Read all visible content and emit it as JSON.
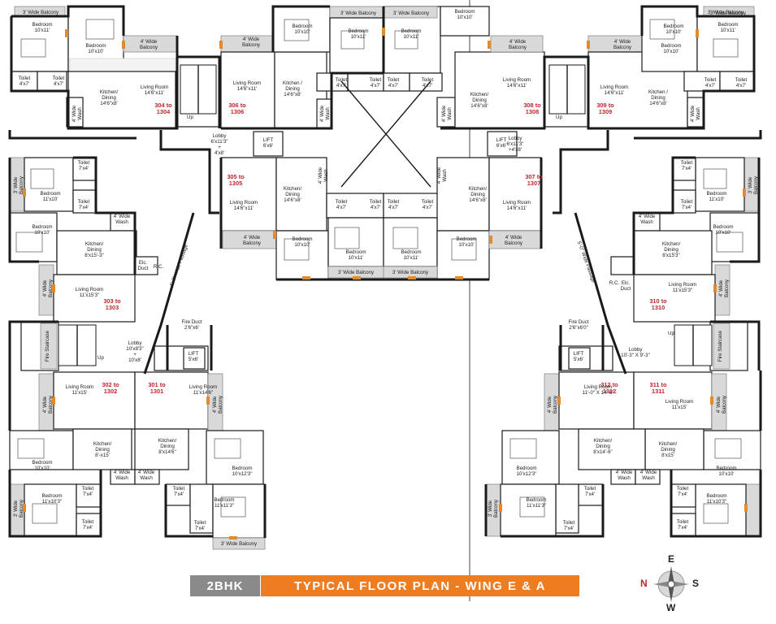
{
  "plan": {
    "banner_left": "2BHK",
    "banner_right": "TYPICAL FLOOR PLAN - WING E & A",
    "compass": {
      "n": "N",
      "e": "E",
      "s": "S",
      "w": "W"
    },
    "units": {
      "u304": "304 to\n1304",
      "u306": "306 to\n1306",
      "u305": "305 to\n1305",
      "u303": "303 to\n1303",
      "u302": "302 to\n1302",
      "u301": "301 to\n1301",
      "u308": "308 to\n1308",
      "u309": "309 to\n1309",
      "u307": "307 to\n1307",
      "u310": "310 to\n1310",
      "u312": "312 to\n1312",
      "u311": "311 to\n1311"
    },
    "labels": [
      {
        "id": "b1",
        "text": "3' Wide Balcony"
      },
      {
        "id": "b2",
        "text": "Bedroom\n10'x11'"
      },
      {
        "id": "b3",
        "text": "Bedroom\n10'x10'"
      },
      {
        "id": "b4",
        "text": "4' Wide\nBalcony"
      },
      {
        "id": "b5",
        "text": "Toilet\n4'x7'"
      },
      {
        "id": "b6",
        "text": "Toilet\n4'x7'"
      },
      {
        "id": "b7",
        "text": "Kitchen/\nDining\n14'6\"x8'"
      },
      {
        "id": "b8",
        "text": "Living Room\n14'6\"x11'"
      },
      {
        "id": "b9",
        "text": "4' Wide\nWash"
      },
      {
        "id": "b10",
        "text": "Up"
      },
      {
        "id": "b11",
        "text": "4' Wide\nBalcony"
      },
      {
        "id": "b12",
        "text": "Bedroom\n10'x10'"
      },
      {
        "id": "b13",
        "text": "Living Room\n14'6\"x11'"
      },
      {
        "id": "b14",
        "text": "Kitchen /\nDining\n14'6\"x8'"
      },
      {
        "id": "b15",
        "text": "4' Wide\nWash"
      },
      {
        "id": "b16",
        "text": "3' Wide Balcony"
      },
      {
        "id": "b17",
        "text": "Bedroom\n10'x11'"
      },
      {
        "id": "b18",
        "text": "Toilet\n4'x7'"
      },
      {
        "id": "b19",
        "text": "Toilet\n4'x7'"
      },
      {
        "id": "b20",
        "text": "3' Wide Balcony"
      },
      {
        "id": "b21",
        "text": "Bedroom\n10'x11'"
      },
      {
        "id": "b22",
        "text": "Bedroom\n10'x10'"
      },
      {
        "id": "b23",
        "text": "Toilet\n4'x7'"
      },
      {
        "id": "b24",
        "text": "Toilet\n4'x7'"
      },
      {
        "id": "b25",
        "text": "Lobby\n6'x11'3\"\n+\n4'x8'"
      },
      {
        "id": "b26",
        "text": "LIFT\n6'x6'"
      },
      {
        "id": "b27",
        "text": "Living Room\n14'6\"x11'"
      },
      {
        "id": "b28",
        "text": "Kitchen/\nDining\n14'6\"x8'"
      },
      {
        "id": "b29",
        "text": "4' Wide\nWash"
      },
      {
        "id": "b30",
        "text": "Toilet\n4'x7'"
      },
      {
        "id": "b31",
        "text": "Toilet\n4'x7'"
      },
      {
        "id": "b32",
        "text": "Toilet\n4'x7'"
      },
      {
        "id": "b33",
        "text": "Toilet\n4'x7'"
      },
      {
        "id": "b34",
        "text": "4' Wide\nBalcony"
      },
      {
        "id": "b35",
        "text": "Bedroom\n10'x10'"
      },
      {
        "id": "b36",
        "text": "Bedroom\n10'x11'"
      },
      {
        "id": "b37",
        "text": "Bedroom\n10'x11'"
      },
      {
        "id": "b38",
        "text": "3' Wide Balcony"
      },
      {
        "id": "b39",
        "text": "3' Wide Balcony"
      },
      {
        "id": "b40",
        "text": "Toilet\n7'x4'"
      },
      {
        "id": "b41",
        "text": "3' Wide\nBalcony"
      },
      {
        "id": "b42",
        "text": "Bedroom\n11'x10'"
      },
      {
        "id": "b43",
        "text": "Toilet\n7'x4'"
      },
      {
        "id": "b44",
        "text": "4' Wide\nWash"
      },
      {
        "id": "b45",
        "text": "Bedroom\n10'x10'"
      },
      {
        "id": "b46",
        "text": "Kitchen/\nDining\n8'x15'-3\""
      },
      {
        "id": "b47",
        "text": "Elc.\nDuct"
      },
      {
        "id": "b48",
        "text": "R.C."
      },
      {
        "id": "b49",
        "text": "4' Wide\nBalcony"
      },
      {
        "id": "b50",
        "text": "Living Room\n11'x15'3\""
      },
      {
        "id": "b51",
        "text": "5'-0\" Wide Passage"
      },
      {
        "id": "b52",
        "text": "Fire Duct\n2'6\"x6'"
      },
      {
        "id": "b53",
        "text": "Fire Staircase"
      },
      {
        "id": "b54",
        "text": "Lobby\n10'x8'3\"\n+\n10'x8'"
      },
      {
        "id": "b55",
        "text": "Up"
      },
      {
        "id": "b56",
        "text": "LIFT\n5'x6'"
      },
      {
        "id": "b57",
        "text": "Living Room\n11'x15'"
      },
      {
        "id": "b58",
        "text": "Living Room\n11'x14'6\""
      },
      {
        "id": "b59",
        "text": "4' Wide\nBalcony"
      },
      {
        "id": "b60",
        "text": "4' Wide\nBalcony"
      },
      {
        "id": "b61",
        "text": "Kitchen/\nDining\n8'-x15'"
      },
      {
        "id": "b62",
        "text": "Kitchen/\nDining\n8'x14'6\""
      },
      {
        "id": "b63",
        "text": "Bedroom\n10'x10'"
      },
      {
        "id": "b64",
        "text": "4' Wide\nWash"
      },
      {
        "id": "b65",
        "text": "4' Wide\nWash"
      },
      {
        "id": "b66",
        "text": "Bedroom\n10'x12'3\""
      },
      {
        "id": "b67",
        "text": "Bedroom\n11'x10'3\""
      },
      {
        "id": "b68",
        "text": "Toilet\n7'x4'"
      },
      {
        "id": "b69",
        "text": "Toilet\n7'x4'"
      },
      {
        "id": "b70",
        "text": "Bedroom\n11'x11'3\""
      },
      {
        "id": "b71",
        "text": "Toilet\n7'x4'"
      },
      {
        "id": "b72",
        "text": "Toilet\n7'x4'"
      },
      {
        "id": "b73",
        "text": "3' Wide\nBalcony"
      },
      {
        "id": "b74",
        "text": "3' Wide Balcony"
      },
      {
        "id": "c1",
        "text": "3' Wide Balcony"
      },
      {
        "id": "c2",
        "text": "Bedroom\n10'x10'"
      },
      {
        "id": "c3",
        "text": "4' Wide\nBalcony"
      },
      {
        "id": "c4",
        "text": "Living Room\n14'6\"x11'"
      },
      {
        "id": "c5",
        "text": "Kitchen/\nDining\n14'6\"x8'"
      },
      {
        "id": "c6",
        "text": "4' Wide\nWash"
      },
      {
        "id": "c7",
        "text": "Up"
      },
      {
        "id": "c8",
        "text": "4' Wide\nBalcony"
      },
      {
        "id": "c9",
        "text": "Bedroom\n10'x10'"
      },
      {
        "id": "c10",
        "text": "Living Room\n14'6\"x11'"
      },
      {
        "id": "c11",
        "text": "Kitchen /\nDining\n14'6\"x8'"
      },
      {
        "id": "c12",
        "text": "4' Wide\nWash"
      },
      {
        "id": "c13",
        "text": "3' Wide Balcony"
      },
      {
        "id": "c14",
        "text": "Bedroom\n10'x11'"
      },
      {
        "id": "c15",
        "text": "Toilet\n4'x7'"
      },
      {
        "id": "c16",
        "text": "Toilet\n4'x7'"
      },
      {
        "id": "c17",
        "text": "3' Wide Balcony"
      },
      {
        "id": "c18",
        "text": "Bedroom\n10'x11'"
      },
      {
        "id": "c19",
        "text": "Toilet\n4'x7'"
      },
      {
        "id": "c20",
        "text": "Toilet\n4'x7'"
      },
      {
        "id": "c21",
        "text": "LIFT\n6'x6'"
      },
      {
        "id": "c22",
        "text": "Lobby\n6'x11'3\"\n+4'x8'"
      },
      {
        "id": "c23",
        "text": "Kitchen/\nDining\n14'6\"x8'"
      },
      {
        "id": "c24",
        "text": "Living Room\n14'6\"x11'"
      },
      {
        "id": "c25",
        "text": "4' Wide\nWash"
      },
      {
        "id": "c26",
        "text": "4' Wide\nBalcony"
      },
      {
        "id": "c27",
        "text": "Bedroom\n10'x10'"
      },
      {
        "id": "c28",
        "text": "Toilet\n7'x4'"
      },
      {
        "id": "c29",
        "text": "3' Wide\nBalcony"
      },
      {
        "id": "c30",
        "text": "Bedroom\n11'x10'"
      },
      {
        "id": "c31",
        "text": "Toilet\n7'x4'"
      },
      {
        "id": "c32",
        "text": "4' Wide\nWash"
      },
      {
        "id": "c33",
        "text": "Bedroom\n10'x10'"
      },
      {
        "id": "c34",
        "text": "Kitchen/\nDining\n8'x15'3\""
      },
      {
        "id": "c35",
        "text": "Elc.\nDuct"
      },
      {
        "id": "c36",
        "text": "R.C."
      },
      {
        "id": "c37",
        "text": "5'-0\" Wide Passage"
      },
      {
        "id": "c38",
        "text": "Living Room\n11'x15'3\""
      },
      {
        "id": "c39",
        "text": "4' Wide\nBalcony"
      },
      {
        "id": "c40",
        "text": "Fire Duct\n2'6\"x6'0\""
      },
      {
        "id": "c41",
        "text": "Up"
      },
      {
        "id": "c42",
        "text": "Fire Staircase"
      },
      {
        "id": "c43",
        "text": "Lobby\n10'-3\" X 9'-3\""
      },
      {
        "id": "c44",
        "text": "LIFT\n5'x6'"
      },
      {
        "id": "c45",
        "text": "Living Room\n11'-0\" X 14'-6\""
      },
      {
        "id": "c46",
        "text": "Living Room\n11'x15'"
      },
      {
        "id": "c47",
        "text": "4' Wide\nBalcony"
      },
      {
        "id": "c48",
        "text": "4' Wide\nBalcony"
      },
      {
        "id": "c49",
        "text": "Kitchen/\nDining\n8'x14'-6\""
      },
      {
        "id": "c50",
        "text": "Kitchen/\nDining\n8'x15'"
      },
      {
        "id": "c51",
        "text": "Bedroom\n10'x12'3\""
      },
      {
        "id": "c52",
        "text": "4' Wide\nWash"
      },
      {
        "id": "c53",
        "text": "4' Wide\nWash"
      },
      {
        "id": "c54",
        "text": "Bedroom\n10'x10'"
      },
      {
        "id": "c55",
        "text": "Bedroom\n11'x11'3\""
      },
      {
        "id": "c56",
        "text": "Toilet\n7'x4'"
      },
      {
        "id": "c57",
        "text": "Toilet\n7'x4'"
      },
      {
        "id": "c58",
        "text": "Bedroom\n11'x10'3\""
      },
      {
        "id": "c59",
        "text": "Toilet\n7'x4'"
      },
      {
        "id": "c60",
        "text": "Toilet\n7'x4'"
      },
      {
        "id": "c61",
        "text": "3' Wide Balcony"
      },
      {
        "id": "c62",
        "text": "3' Wide\nBalcony"
      },
      {
        "id": "c63",
        "text": "Bedroom\n10'x11'"
      },
      {
        "id": "c64",
        "text": "Toilet\n4'x7'"
      },
      {
        "id": "c65",
        "text": "Toilet\n4'x7'"
      },
      {
        "id": "c66",
        "text": "Toilet\n4'x7'"
      },
      {
        "id": "c67",
        "text": "Toilet\n4'x7'"
      },
      {
        "id": "c68",
        "text": "Bedroom\n10'x10'"
      },
      {
        "id": "c69",
        "text": "3' Wide Balcony"
      },
      {
        "id": "c70",
        "text": "Bedroom\n10'x11'"
      },
      {
        "id": "c71",
        "text": "Toilet\n4'x7'"
      },
      {
        "id": "c72",
        "text": "Toilet\n4'x7'"
      },
      {
        "id": "c73",
        "text": "Bedroom\n10'x11'"
      },
      {
        "id": "c74",
        "text": "3' Wide Balcony"
      }
    ]
  }
}
